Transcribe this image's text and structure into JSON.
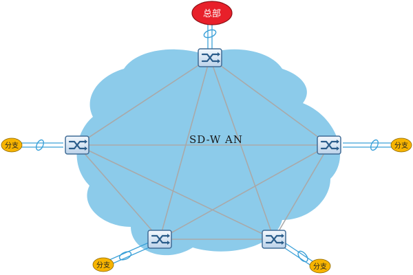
{
  "network_label": "SD-W AN",
  "hq": {
    "label": "总部",
    "color": "#e8202a"
  },
  "branch": {
    "label": "分支",
    "color": "#f7b400"
  },
  "colors": {
    "cloud": "#8ccbea",
    "mesh_line": "#a9a9a9",
    "uplink": "#3aa0d8",
    "device_fill": "#dbe9f7",
    "device_stroke": "#3f6b95"
  },
  "icons": {
    "device": "router-switch-icon",
    "link": "wan-link-icon"
  }
}
